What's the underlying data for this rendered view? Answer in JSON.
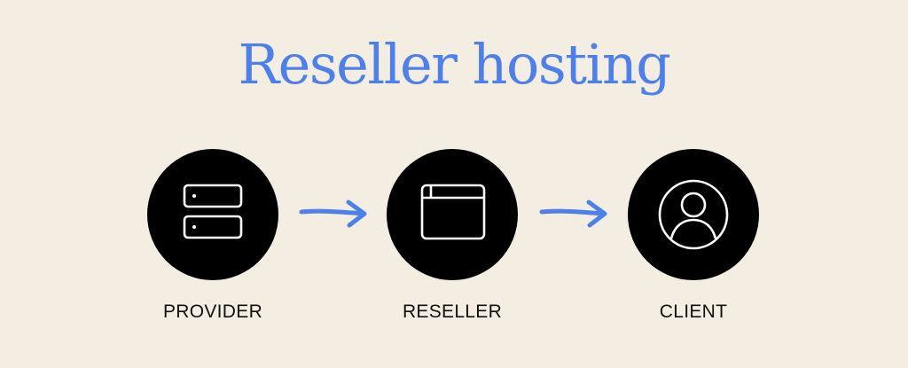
{
  "title": "Reseller hosting",
  "colors": {
    "background": "#f3eee1",
    "accent": "#4d80ea",
    "node_fill": "#000000",
    "icon_stroke": "#ffffff"
  },
  "nodes": [
    {
      "label": "PROVIDER",
      "icon": "server-icon"
    },
    {
      "label": "RESELLER",
      "icon": "browser-window-icon"
    },
    {
      "label": "CLIENT",
      "icon": "user-avatar-icon"
    }
  ]
}
